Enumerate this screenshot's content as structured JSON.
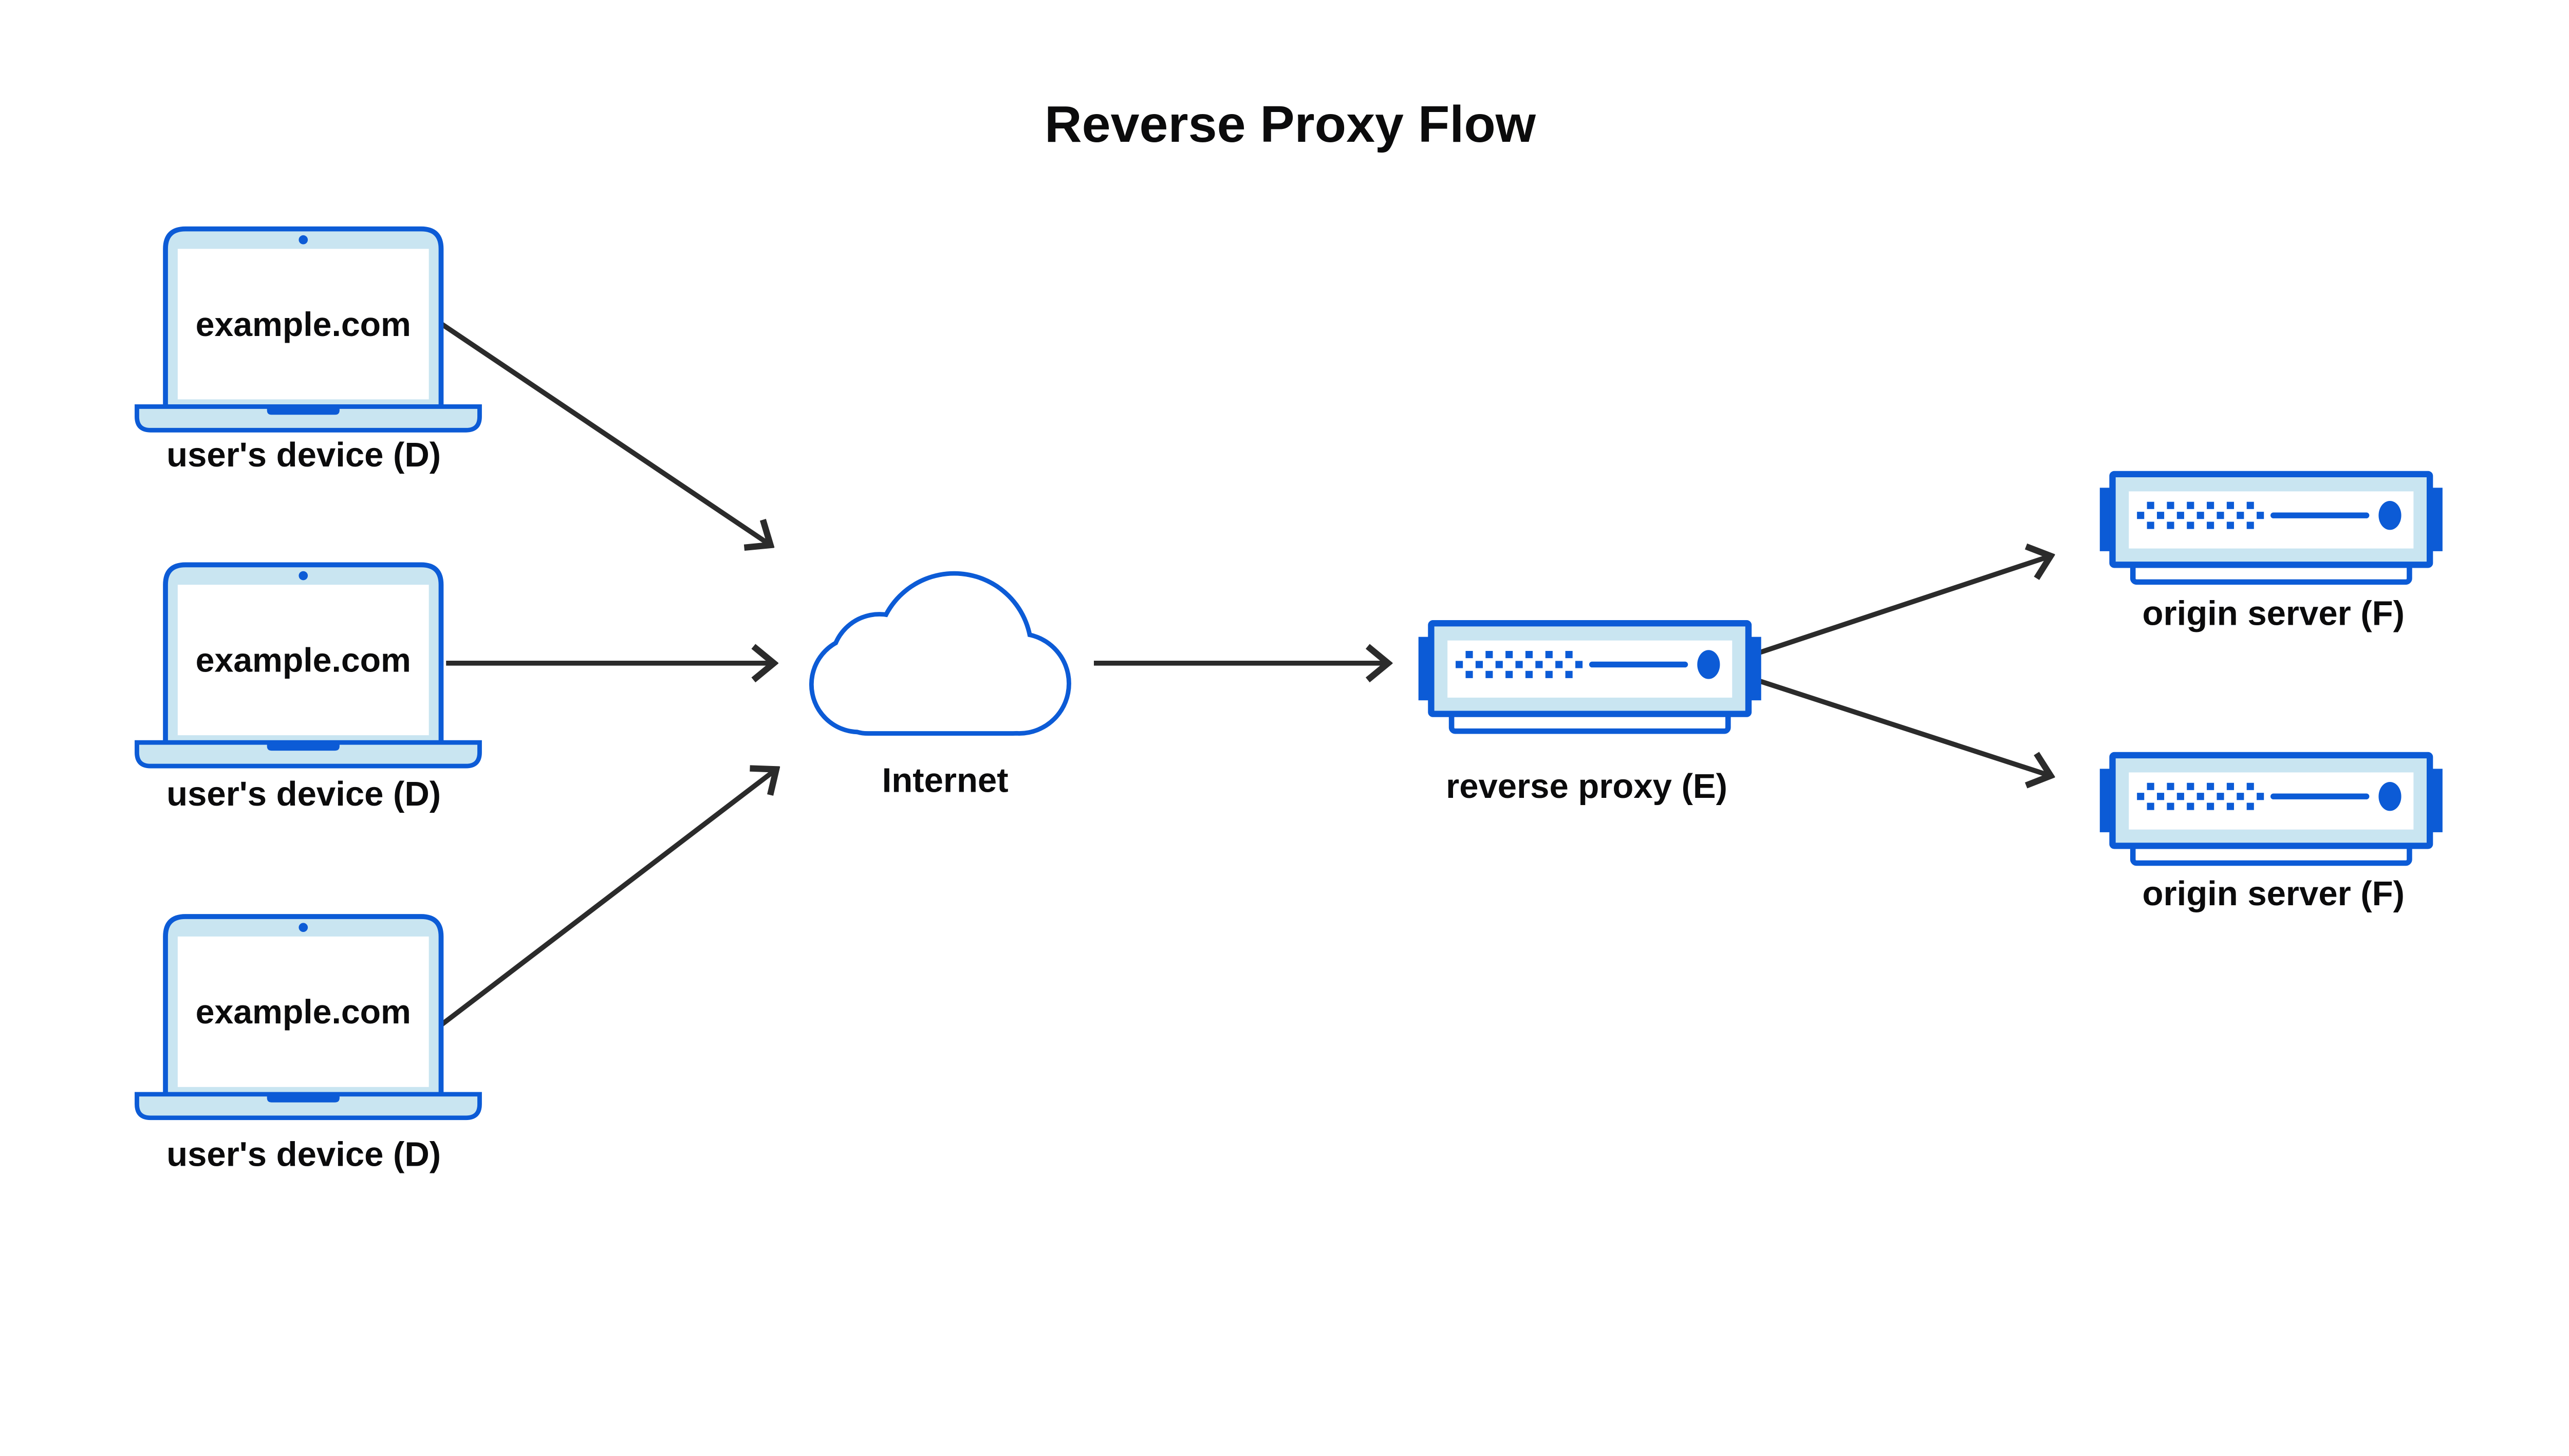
{
  "title": "Reverse Proxy Flow",
  "colors": {
    "accent": "#0c5bd6",
    "light_blue": "#c9e5f1",
    "arrow": "#2b2b2b",
    "ink": "#0b0b0c",
    "background": "#ffffff"
  },
  "nodes": {
    "devices": [
      {
        "screen_text": "example.com",
        "label": "user's device (D)"
      },
      {
        "screen_text": "example.com",
        "label": "user's device (D)"
      },
      {
        "screen_text": "example.com",
        "label": "user's device (D)"
      }
    ],
    "internet": {
      "label": "Internet"
    },
    "reverse_proxy": {
      "label": "reverse proxy (E)"
    },
    "origin_servers": [
      {
        "label": "origin server (F)"
      },
      {
        "label": "origin server (F)"
      }
    ]
  },
  "icons": {
    "user_device": "laptop-icon",
    "internet": "cloud-icon",
    "reverse_proxy": "rack-server-icon",
    "origin_server": "rack-server-icon"
  },
  "edges": [
    {
      "from": "user's device (D) top",
      "to": "Internet"
    },
    {
      "from": "user's device (D) middle",
      "to": "Internet"
    },
    {
      "from": "user's device (D) bottom",
      "to": "Internet"
    },
    {
      "from": "Internet",
      "to": "reverse proxy (E)"
    },
    {
      "from": "reverse proxy (E)",
      "to": "origin server (F) top"
    },
    {
      "from": "reverse proxy (E)",
      "to": "origin server (F) bottom"
    }
  ]
}
